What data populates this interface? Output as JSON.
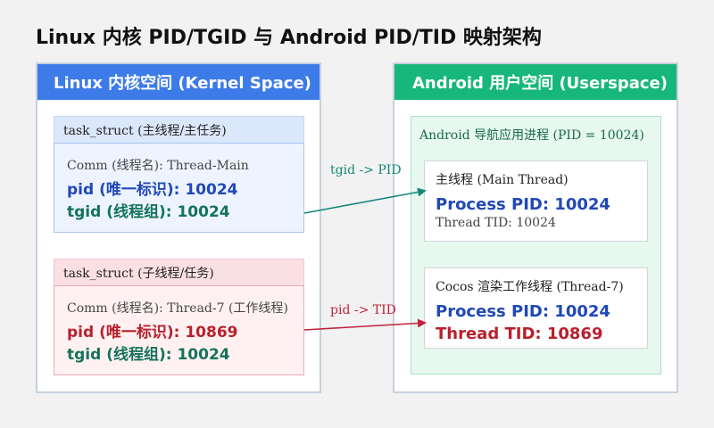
{
  "title": "Linux 内核 PID/TGID 与 Android PID/TID 映射架构",
  "kernel": {
    "header": "Linux 内核空间 (Kernel Space)",
    "main_task": {
      "header": "task_struct (主线程/主任务)",
      "comm": "Comm (线程名): Thread-Main",
      "pid": "pid (唯一标识): 10024",
      "tgid": "tgid (线程组): 10024"
    },
    "sub_task": {
      "header": "task_struct (子线程/任务)",
      "comm": "Comm (线程名): Thread-7 (工作线程)",
      "pid": "pid (唯一标识): 10869",
      "tgid": "tgid (线程组): 10024"
    }
  },
  "userspace": {
    "header": "Android 用户空间 (Userspace)",
    "process_label": "Android 导航应用进程 (PID = 10024)",
    "main_thread": {
      "title": "主线程 (Main Thread)",
      "process_pid": "Process PID: 10024",
      "thread_tid": "Thread TID: 10024"
    },
    "cocos_thread": {
      "title": "Cocos 渲染工作线程 (Thread-7)",
      "process_pid": "Process PID: 10024",
      "thread_tid": "Thread TID: 10869"
    }
  },
  "arrows": {
    "tgid_label": "tgid -> PID",
    "tid_label": "pid -> TID",
    "tgid_color": "#14877a",
    "tid_color": "#c0223b"
  },
  "colors": {
    "kernel_header": "#3d7be8",
    "user_header": "#17b77c",
    "pid_blue": "#2048b8",
    "tgid_green": "#14735a",
    "tid_red": "#b8202c"
  }
}
